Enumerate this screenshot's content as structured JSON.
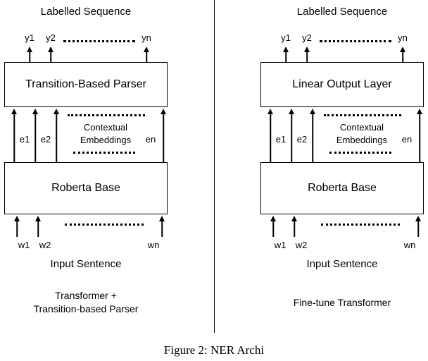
{
  "panels": [
    {
      "header": "Labelled Sequence",
      "outputs": [
        "y1",
        "y2",
        "yn"
      ],
      "top_box": "Transition-Based Parser",
      "embeddings_label_line1": "Contextual",
      "embeddings_label_line2": "Embeddings",
      "embeddings": [
        "e1",
        "e2",
        "en"
      ],
      "bottom_box": "Roberta Base",
      "inputs": [
        "w1",
        "w2",
        "wn"
      ],
      "footer": "Input Sentence",
      "caption_line1": "Transformer +",
      "caption_line2": "Transition-based Parser"
    },
    {
      "header": "Labelled Sequence",
      "outputs": [
        "y1",
        "y2",
        "yn"
      ],
      "top_box": "Linear Output Layer",
      "embeddings_label_line1": "Contextual",
      "embeddings_label_line2": "Embeddings",
      "embeddings": [
        "e1",
        "e2",
        "en"
      ],
      "bottom_box": "Roberta Base",
      "inputs": [
        "w1",
        "w2",
        "wn"
      ],
      "footer": "Input Sentence",
      "caption_line1": "Fine-tune Transformer",
      "caption_line2": ""
    }
  ],
  "figure_caption": "Figure 2: NER Archi",
  "colors": {
    "line": "#000000",
    "background": "#ffffff"
  }
}
